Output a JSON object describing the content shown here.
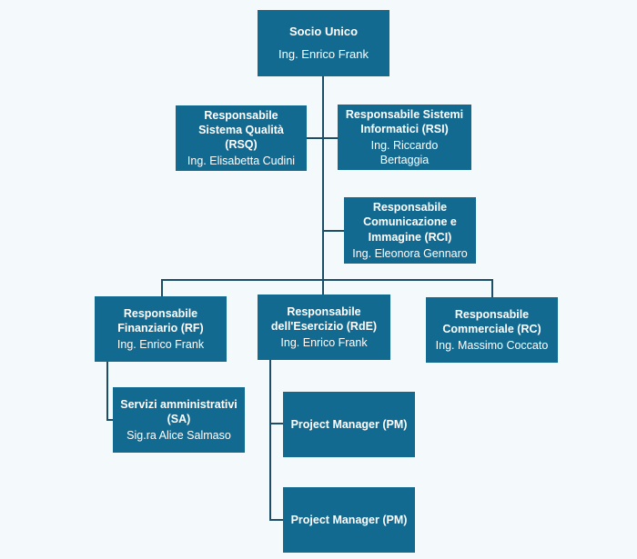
{
  "org_chart": {
    "socio": {
      "role": "Socio Unico",
      "name": "Ing. Enrico Frank"
    },
    "rsq": {
      "role": "Responsabile Sistema Qualità (RSQ)",
      "name": "Ing. Elisabetta Cudini"
    },
    "rsi": {
      "role": "Responsabile Sistemi Informatici (RSI)",
      "name": "Ing. Riccardo Bertaggia"
    },
    "rci": {
      "role": "Responsabile Comunicazione e Immagine (RCI)",
      "name": "Ing. Eleonora Gennaro"
    },
    "rf": {
      "role": "Responsabile Finanziario (RF)",
      "name": "Ing. Enrico Frank"
    },
    "rde": {
      "role": "Responsabile dell'Esercizio (RdE)",
      "name": "Ing. Enrico Frank"
    },
    "rc": {
      "role": "Responsabile Commerciale (RC)",
      "name": "Ing. Massimo Coccato"
    },
    "sa": {
      "role": "Servizi amministrativi (SA)",
      "name": "Sig.ra Alice Salmaso"
    },
    "pm1": {
      "role": "Project Manager (PM)"
    },
    "pm2": {
      "role": "Project Manager (PM)"
    }
  },
  "colors": {
    "box": "#136a91",
    "line": "#1c4f67",
    "background": "#f4f9fb",
    "text": "#ffffff"
  }
}
